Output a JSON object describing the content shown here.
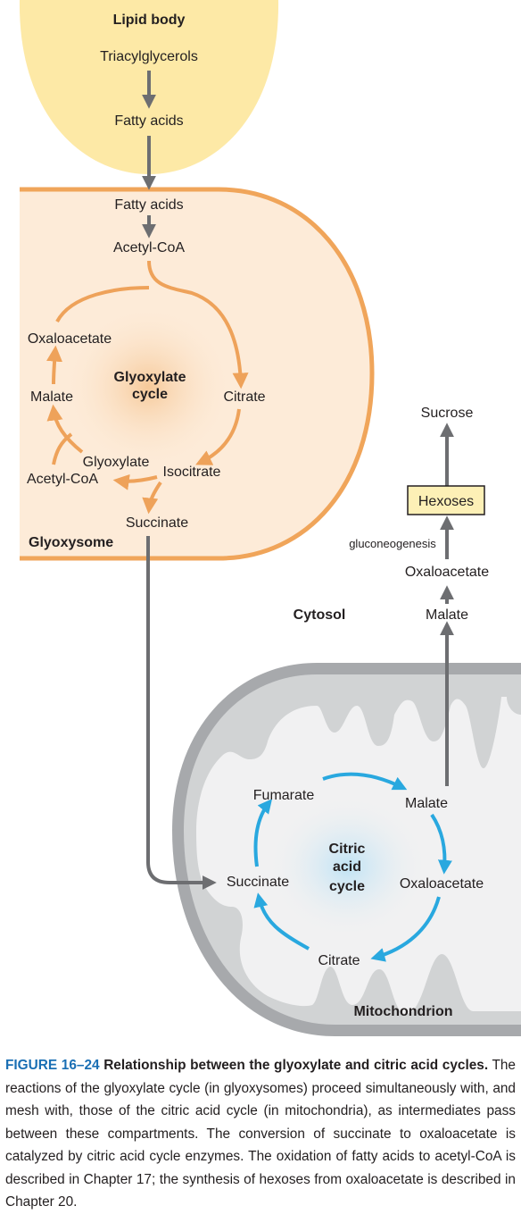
{
  "compartments": {
    "lipid_body": "Lipid body",
    "glyoxysome": "Glyoxysome",
    "cytosol": "Cytosol",
    "mitochondrion": "Mitochondrion"
  },
  "lipid_body": {
    "triacylglycerols": "Triacylglycerols",
    "fatty_acids": "Fatty acids"
  },
  "glyoxysome": {
    "fatty_acids": "Fatty acids",
    "acetyl_coa_top": "Acetyl-CoA",
    "cycle_label_line1": "Glyoxylate",
    "cycle_label_line2": "cycle",
    "oxaloacetate": "Oxaloacetate",
    "malate": "Malate",
    "citrate": "Citrate",
    "glyoxylate": "Glyoxylate",
    "isocitrate": "Isocitrate",
    "acetyl_coa_left": "Acetyl-CoA",
    "succinate": "Succinate"
  },
  "cytosol": {
    "sucrose": "Sucrose",
    "hexoses": "Hexoses",
    "gluconeogenesis": "gluconeogenesis",
    "oxaloacetate": "Oxaloacetate",
    "malate": "Malate"
  },
  "mitochondrion": {
    "fumarate": "Fumarate",
    "malate": "Malate",
    "succinate": "Succinate",
    "cycle_label_line1": "Citric",
    "cycle_label_line2": "acid",
    "cycle_label_line3": "cycle",
    "oxaloacetate": "Oxaloacetate",
    "citrate": "Citrate"
  },
  "caption": {
    "number": "FIGURE 16–24",
    "title": "Relationship between the glyoxylate and citric acid cycles.",
    "body": "The reactions of the glyoxylate cycle (in glyoxysomes) proceed simultaneously with, and mesh with, those of the citric acid cycle (in mitochondria), as intermediates pass between these compartments. The conversion of succinate to oxaloacetate is catalyzed by citric acid cycle enzymes. The oxidation of fatty acids to acetyl-CoA is described in Chapter 17; the synthesis of hexoses from oxaloacetate is described in Chapter 20."
  },
  "colors": {
    "lipid_body_fill": "#fde9a6",
    "glyoxysome_fill": "#fdebd8",
    "glyoxysome_border": "#f0a55a",
    "glyoxylate_arrows": "#eea25a",
    "citric_arrows": "#29a8df",
    "gray_arrows": "#6d6e71",
    "mito_outer": "#a7a9ac",
    "mito_inner": "#d1d3d4",
    "mito_matrix": "#f1f1f2",
    "hexoses_fill": "#fdf0b6",
    "caption_number": "#1a6fb4"
  }
}
